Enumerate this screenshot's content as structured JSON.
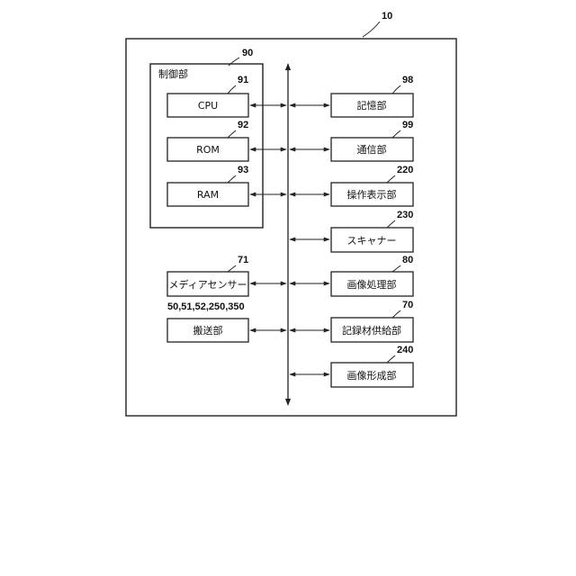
{
  "device": {
    "ref": "10"
  },
  "control": {
    "ref": "90",
    "label": "制御部",
    "cpu": {
      "ref": "91",
      "label": "CPU"
    },
    "rom": {
      "ref": "92",
      "label": "ROM"
    },
    "ram": {
      "ref": "93",
      "label": "RAM"
    }
  },
  "media_sensor": {
    "ref": "71",
    "label": "メディアセンサー",
    "refs": "50,51,52,250,350"
  },
  "transport": {
    "label": "搬送部"
  },
  "storage": {
    "ref": "98",
    "label": "記憶部"
  },
  "comm": {
    "ref": "99",
    "label": "通信部"
  },
  "op_display": {
    "ref": "220",
    "label": "操作表示部"
  },
  "scanner": {
    "ref": "230",
    "label": "スキャナー"
  },
  "image_proc": {
    "ref": "80",
    "label": "画像処理部"
  },
  "supply": {
    "ref": "70",
    "label": "記録材供給部"
  },
  "image_form": {
    "ref": "240",
    "label": "画像形成部"
  }
}
